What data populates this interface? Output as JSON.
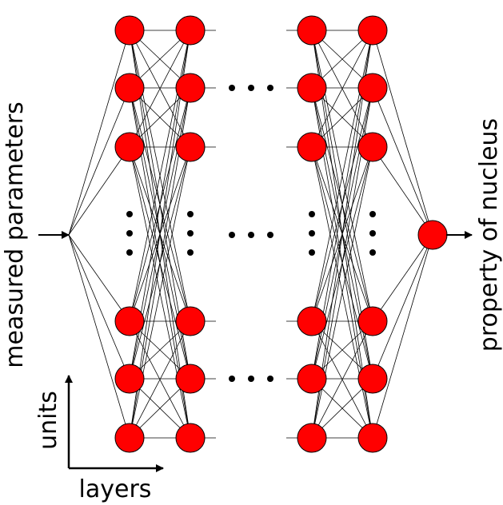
{
  "labels": {
    "input": "measured parameters",
    "output": "property of nucleus",
    "units_axis": "units",
    "layers_axis": "layers"
  },
  "network": {
    "visible_layers": 4,
    "units_per_layer_shown": 6,
    "output_units": 1,
    "ellipsis": "..."
  },
  "colors": {
    "node_fill": "#ff0000",
    "node_stroke": "#000000",
    "edge": "#000000"
  }
}
